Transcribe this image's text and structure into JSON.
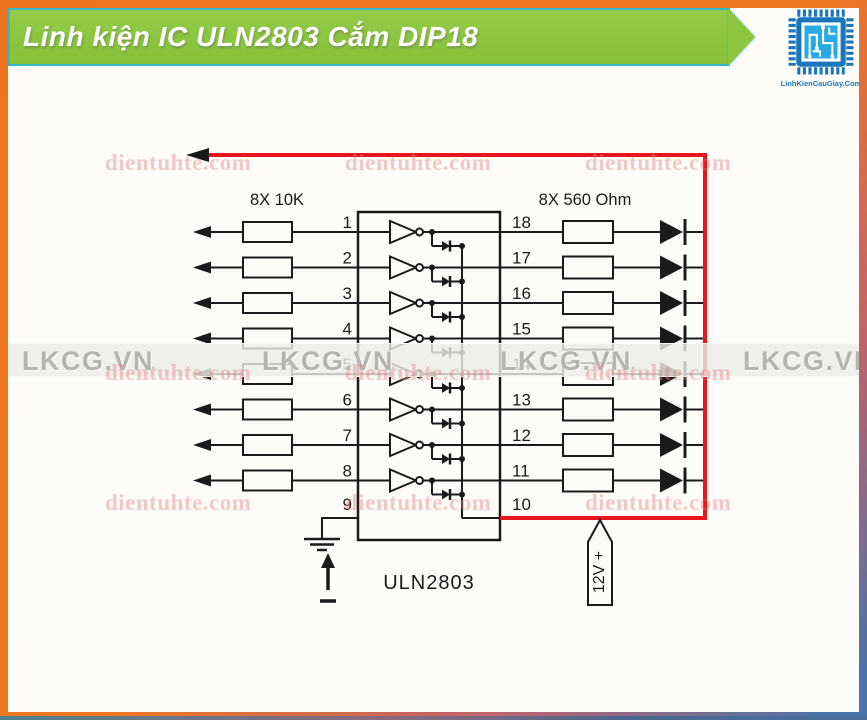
{
  "header": {
    "title": "Linh kiện IC ULN2803 Cắm DIP18",
    "logo_text": "LinhKienCauGiay.Com"
  },
  "schematic": {
    "left_group_label": "8X 10K",
    "right_group_label": "8X 560 Ohm",
    "ic_label": "ULN2803",
    "supply_label": "12V +",
    "gnd_pin": "9",
    "com_pin": "10",
    "rows": [
      {
        "left": "1",
        "right": "18"
      },
      {
        "left": "2",
        "right": "17"
      },
      {
        "left": "3",
        "right": "16"
      },
      {
        "left": "4",
        "right": "15"
      },
      {
        "left": "5",
        "right": "14"
      },
      {
        "left": "6",
        "right": "13"
      },
      {
        "left": "7",
        "right": "12"
      },
      {
        "left": "8",
        "right": "11"
      }
    ]
  },
  "watermarks": {
    "site_text": "dientuhte.com",
    "band_text": "LKCG.VN"
  },
  "colors": {
    "banner_green": "#8cc63f",
    "banner_border_cyan": "#2fb9c9",
    "frame_orange": "#ed7622",
    "frame_blue": "#4a73a8",
    "supply_red": "#e8161c",
    "wire_black": "#1a1a1a",
    "logo_blue": "#1b75bb",
    "logo_cyan": "#29abe2"
  }
}
